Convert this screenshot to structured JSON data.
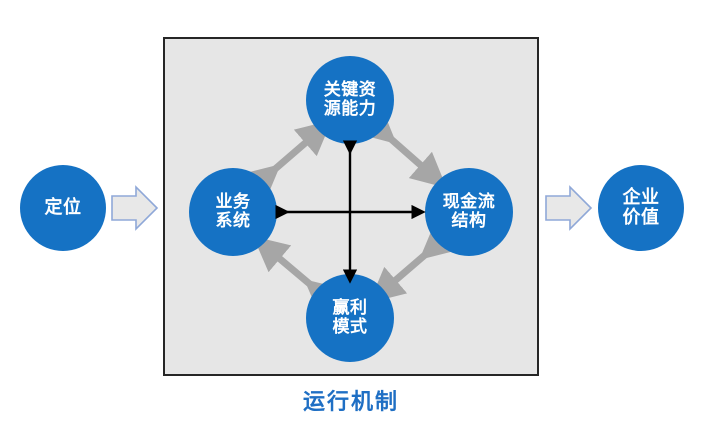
{
  "diagram": {
    "title_caption": "运行机制",
    "caption_color": "#1F6FC4",
    "panel": {
      "background": "#E6E6E6",
      "border_color": "#262626",
      "name": "运行机制"
    },
    "node_color": "#1572C4",
    "node_text_color": "#FFFFFF",
    "diagonal_arrow_color": "#A6A6A6",
    "cross_arrow_color": "#000000",
    "block_arrow_fill": "#E8E8E8",
    "block_arrow_border": "#8FA8D8"
  },
  "inputs": {
    "position": {
      "label": "定位",
      "lines": [
        "定位"
      ]
    }
  },
  "outputs": {
    "value": {
      "label": "企业价值",
      "lines": [
        "企业",
        "价值"
      ]
    }
  },
  "core_nodes": [
    {
      "id": "key-resource",
      "label": "关键资源能力",
      "lines": [
        "关键资",
        "源能力"
      ],
      "position": "top"
    },
    {
      "id": "business-system",
      "label": "业务系统",
      "lines": [
        "业务",
        "系统"
      ],
      "position": "left"
    },
    {
      "id": "cash-flow",
      "label": "现金流结构",
      "lines": [
        "现金流",
        "结构"
      ],
      "position": "right"
    },
    {
      "id": "profit-model",
      "label": "赢利模式",
      "lines": [
        "赢利",
        "模式"
      ],
      "position": "bottom"
    }
  ],
  "connections": {
    "diagonal_double_arrows": [
      {
        "from": "业务系统",
        "to": "关键资源能力"
      },
      {
        "from": "关键资源能力",
        "to": "现金流结构"
      },
      {
        "from": "现金流结构",
        "to": "赢利模式"
      },
      {
        "from": "赢利模式",
        "to": "业务系统"
      }
    ],
    "cross_double_arrows": [
      {
        "orientation": "horizontal",
        "from": "业务系统",
        "to": "现金流结构"
      },
      {
        "orientation": "vertical",
        "from": "关键资源能力",
        "to": "赢利模式"
      }
    ],
    "flow_block_arrows": [
      {
        "from": "定位",
        "to": "运行机制"
      },
      {
        "from": "运行机制",
        "to": "企业价值"
      }
    ]
  }
}
